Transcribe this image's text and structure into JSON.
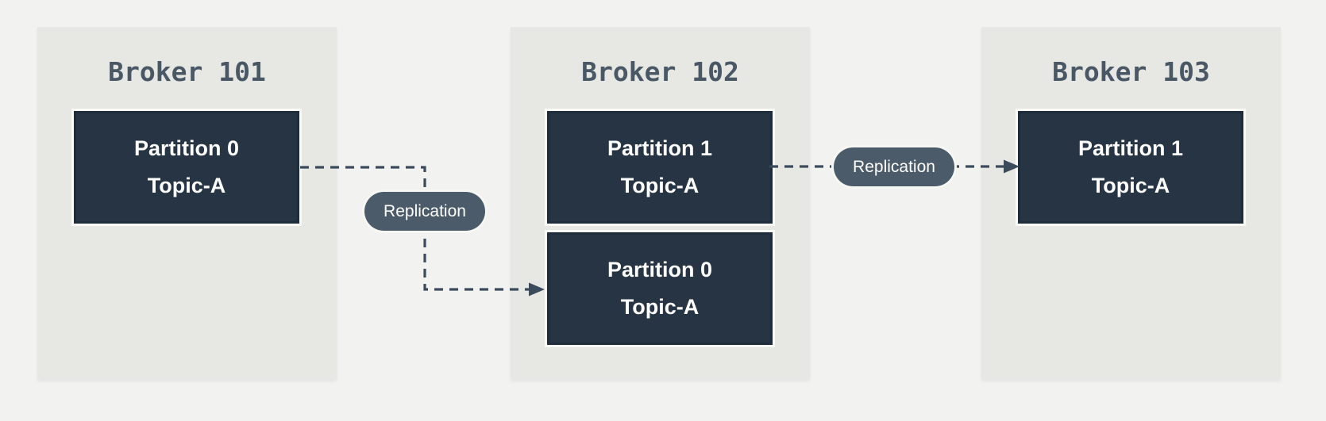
{
  "brokers": [
    {
      "name": "Broker 101",
      "partitions": [
        {
          "partition": "Partition 0",
          "topic": "Topic-A"
        }
      ]
    },
    {
      "name": "Broker 102",
      "partitions": [
        {
          "partition": "Partition 1",
          "topic": "Topic-A"
        },
        {
          "partition": "Partition 0",
          "topic": "Topic-A"
        }
      ]
    },
    {
      "name": "Broker 103",
      "partitions": [
        {
          "partition": "Partition 1",
          "topic": "Topic-A"
        }
      ]
    }
  ],
  "replication": [
    {
      "label": "Replication"
    },
    {
      "label": "Replication"
    }
  ],
  "colors": {
    "page_bg": "#f2f3f1",
    "panel_bg": "#e7e8e4",
    "partition_box_bg": "#263443",
    "partition_box_border": "#1f2c39",
    "light_outline": "#fafbf9",
    "title_text": "#4a5866",
    "arrow": "#3c4b5b",
    "pill_bg": "#4c5b6a",
    "pill_text": "#ffffff"
  }
}
